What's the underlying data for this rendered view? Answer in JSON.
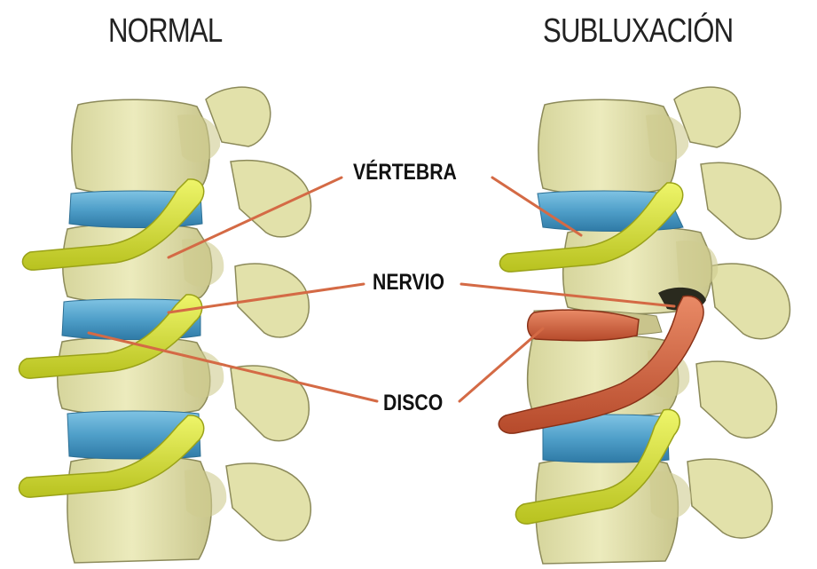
{
  "titles": {
    "normal": "NORMAL",
    "subluxation": "SUBLUXACIÓN"
  },
  "labels": {
    "vertebra": "VÉRTEBRA",
    "nerve": "NERVIO",
    "disc": "DISCO"
  },
  "colors": {
    "bone": "#e7e6b2",
    "bone_shadow": "#b9b57d",
    "bone_outline": "#8c8a5a",
    "disc": "#4f9fc9",
    "nerve_normal": "#d6e03a",
    "nerve_irritated": "#d0603d",
    "pointer_line": "#d46a45"
  }
}
